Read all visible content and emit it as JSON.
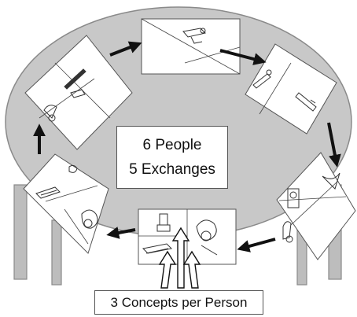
{
  "center_box": {
    "line1": "6 People",
    "line2": "5 Exchanges"
  },
  "caption": "3 Concepts per Person",
  "colors": {
    "table_fill": "#c8c8c8",
    "table_edge": "#8a8a8a",
    "card_fill": "#ffffff",
    "arrow": "#111111"
  },
  "cards": [
    {
      "name": "card-top",
      "icon": "drill-icon"
    },
    {
      "name": "card-top-right",
      "icon": "tool-pair-icon"
    },
    {
      "name": "card-right",
      "icon": "gramophone-icon"
    },
    {
      "name": "card-bottom-center",
      "icon": "stapler-icon"
    },
    {
      "name": "card-left",
      "icon": "sander-icon"
    },
    {
      "name": "card-upper-left",
      "icon": "screwdriver-icon"
    }
  ]
}
